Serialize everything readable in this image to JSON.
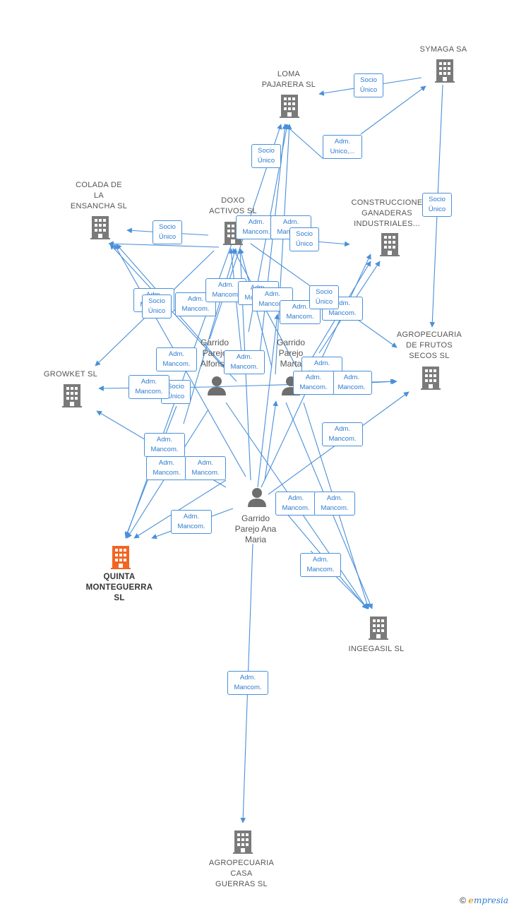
{
  "companies": [
    {
      "id": "symaga",
      "label": "SYMAGA SA"
    },
    {
      "id": "loma",
      "label": "LOMA\nPAJARERA  SL"
    },
    {
      "id": "colada",
      "label": "COLADA DE\nLA\nENSANCHA SL"
    },
    {
      "id": "doxo",
      "label": "DOXO\nACTIVOS  SL"
    },
    {
      "id": "construcciones",
      "label": "CONSTRUCCIONE\nGANADERAS\nINDUSTRIALES..."
    },
    {
      "id": "agro_frutos",
      "label": "AGROPECUARIA\nDE FRUTOS\nSECOS  SL"
    },
    {
      "id": "growket",
      "label": "GROWKET  SL"
    },
    {
      "id": "quinta",
      "label": "QUINTA\nMONTEGUERRA\nSL",
      "highlight": true
    },
    {
      "id": "ingegasil",
      "label": "INGEGASIL SL"
    },
    {
      "id": "agro_casa",
      "label": "AGROPECUARIA\nCASA\nGUERRAS  SL"
    }
  ],
  "persons": [
    {
      "id": "alfonso",
      "label": "Garrido\nParejo\nAlfonso"
    },
    {
      "id": "marta",
      "label": "Garrido\nParejo\nMarta"
    },
    {
      "id": "ana",
      "label": "Garrido\nParejo Ana\nMaria"
    }
  ],
  "edge_labels": [
    {
      "id": "e1",
      "text": "Socio\nÚnico"
    },
    {
      "id": "e2",
      "text": "Adm.\nUnico,..."
    },
    {
      "id": "e3",
      "text": "Socio\nÚnico"
    },
    {
      "id": "e4",
      "text": "Socio\nÚnico"
    },
    {
      "id": "e5",
      "text": "Socio\nÚnico"
    },
    {
      "id": "e6",
      "text": "Adm.\nMancom."
    },
    {
      "id": "e7",
      "text": "Adm.\nMancom."
    },
    {
      "id": "e8",
      "text": "Socio\nÚnico"
    },
    {
      "id": "e9",
      "text": "Adm.\nMancom."
    },
    {
      "id": "e10",
      "text": "Adm.\nMancom."
    },
    {
      "id": "e11",
      "text": "Adm.\nMancom."
    },
    {
      "id": "e12",
      "text": "Adm.\nMancom."
    },
    {
      "id": "e13",
      "text": "Adm.\nMancom."
    },
    {
      "id": "e14",
      "text": "Socio\nÚnico"
    },
    {
      "id": "e15",
      "text": "Adm.\nMancom."
    },
    {
      "id": "e16",
      "text": "Adm.\nMancom."
    },
    {
      "id": "e17",
      "text": "Socio\nÚnico"
    },
    {
      "id": "e18",
      "text": "Adm.\nMancom."
    },
    {
      "id": "e19",
      "text": "Adm.\nMancom."
    },
    {
      "id": "e20",
      "text": "Socio\nÚnico"
    },
    {
      "id": "e21",
      "text": "Adm.\nMancom."
    },
    {
      "id": "e22",
      "text": "Adm.\nMancom."
    },
    {
      "id": "e23",
      "text": "Adm.\nMancom."
    },
    {
      "id": "e24",
      "text": "Adm.\nMancom."
    },
    {
      "id": "e25",
      "text": "Adm.\nMancom."
    },
    {
      "id": "e26",
      "text": "Adm.\nMancom."
    },
    {
      "id": "e27",
      "text": "Adm.\nMancom."
    },
    {
      "id": "e28",
      "text": "Adm.\nMancom."
    },
    {
      "id": "e29",
      "text": "Adm.\nMancom."
    },
    {
      "id": "e30",
      "text": "Adm.\nMancom."
    },
    {
      "id": "e31",
      "text": "Adm.\nMancom."
    },
    {
      "id": "e32",
      "text": "Adm.\nMancom."
    },
    {
      "id": "e33",
      "text": "Adm.\nMancom."
    }
  ],
  "colors": {
    "edge": "#4a90d9",
    "building": "#7a7a7a",
    "highlight": "#f26522",
    "person": "#6e6e6e"
  },
  "footer": {
    "copyright": "©",
    "brand_e": "e",
    "brand_rest": "mpresia"
  }
}
